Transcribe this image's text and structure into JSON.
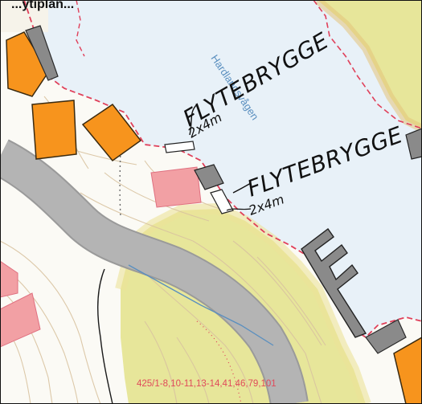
{
  "title": "...ytiplan...",
  "water_body_name": "Hardlandsvågen",
  "annotations": {
    "dock_1_label": "FLYTEBRYGGE",
    "dock_1_size": "2x4m",
    "dock_2_label": "FLYTEBRYGGE",
    "dock_2_size": "2x4m"
  },
  "parcel_numbers": "425/1-8,10-11,13-14,41,46,79,101",
  "colors": {
    "water": "#e8f1f8",
    "land": "#fbfaf5",
    "vegetation": "#e7e69a",
    "vegetation_edge": "#e3c27a",
    "building": "#f7941d",
    "building_existing": "#8a8a8a",
    "building_planned": "#f2a0a4",
    "road": "#b4b4b4",
    "shoreline": "#e0405a",
    "contour": "#d9c3a0",
    "blue_line": "#5a8fbf",
    "parcel_text": "#e04a5a"
  }
}
